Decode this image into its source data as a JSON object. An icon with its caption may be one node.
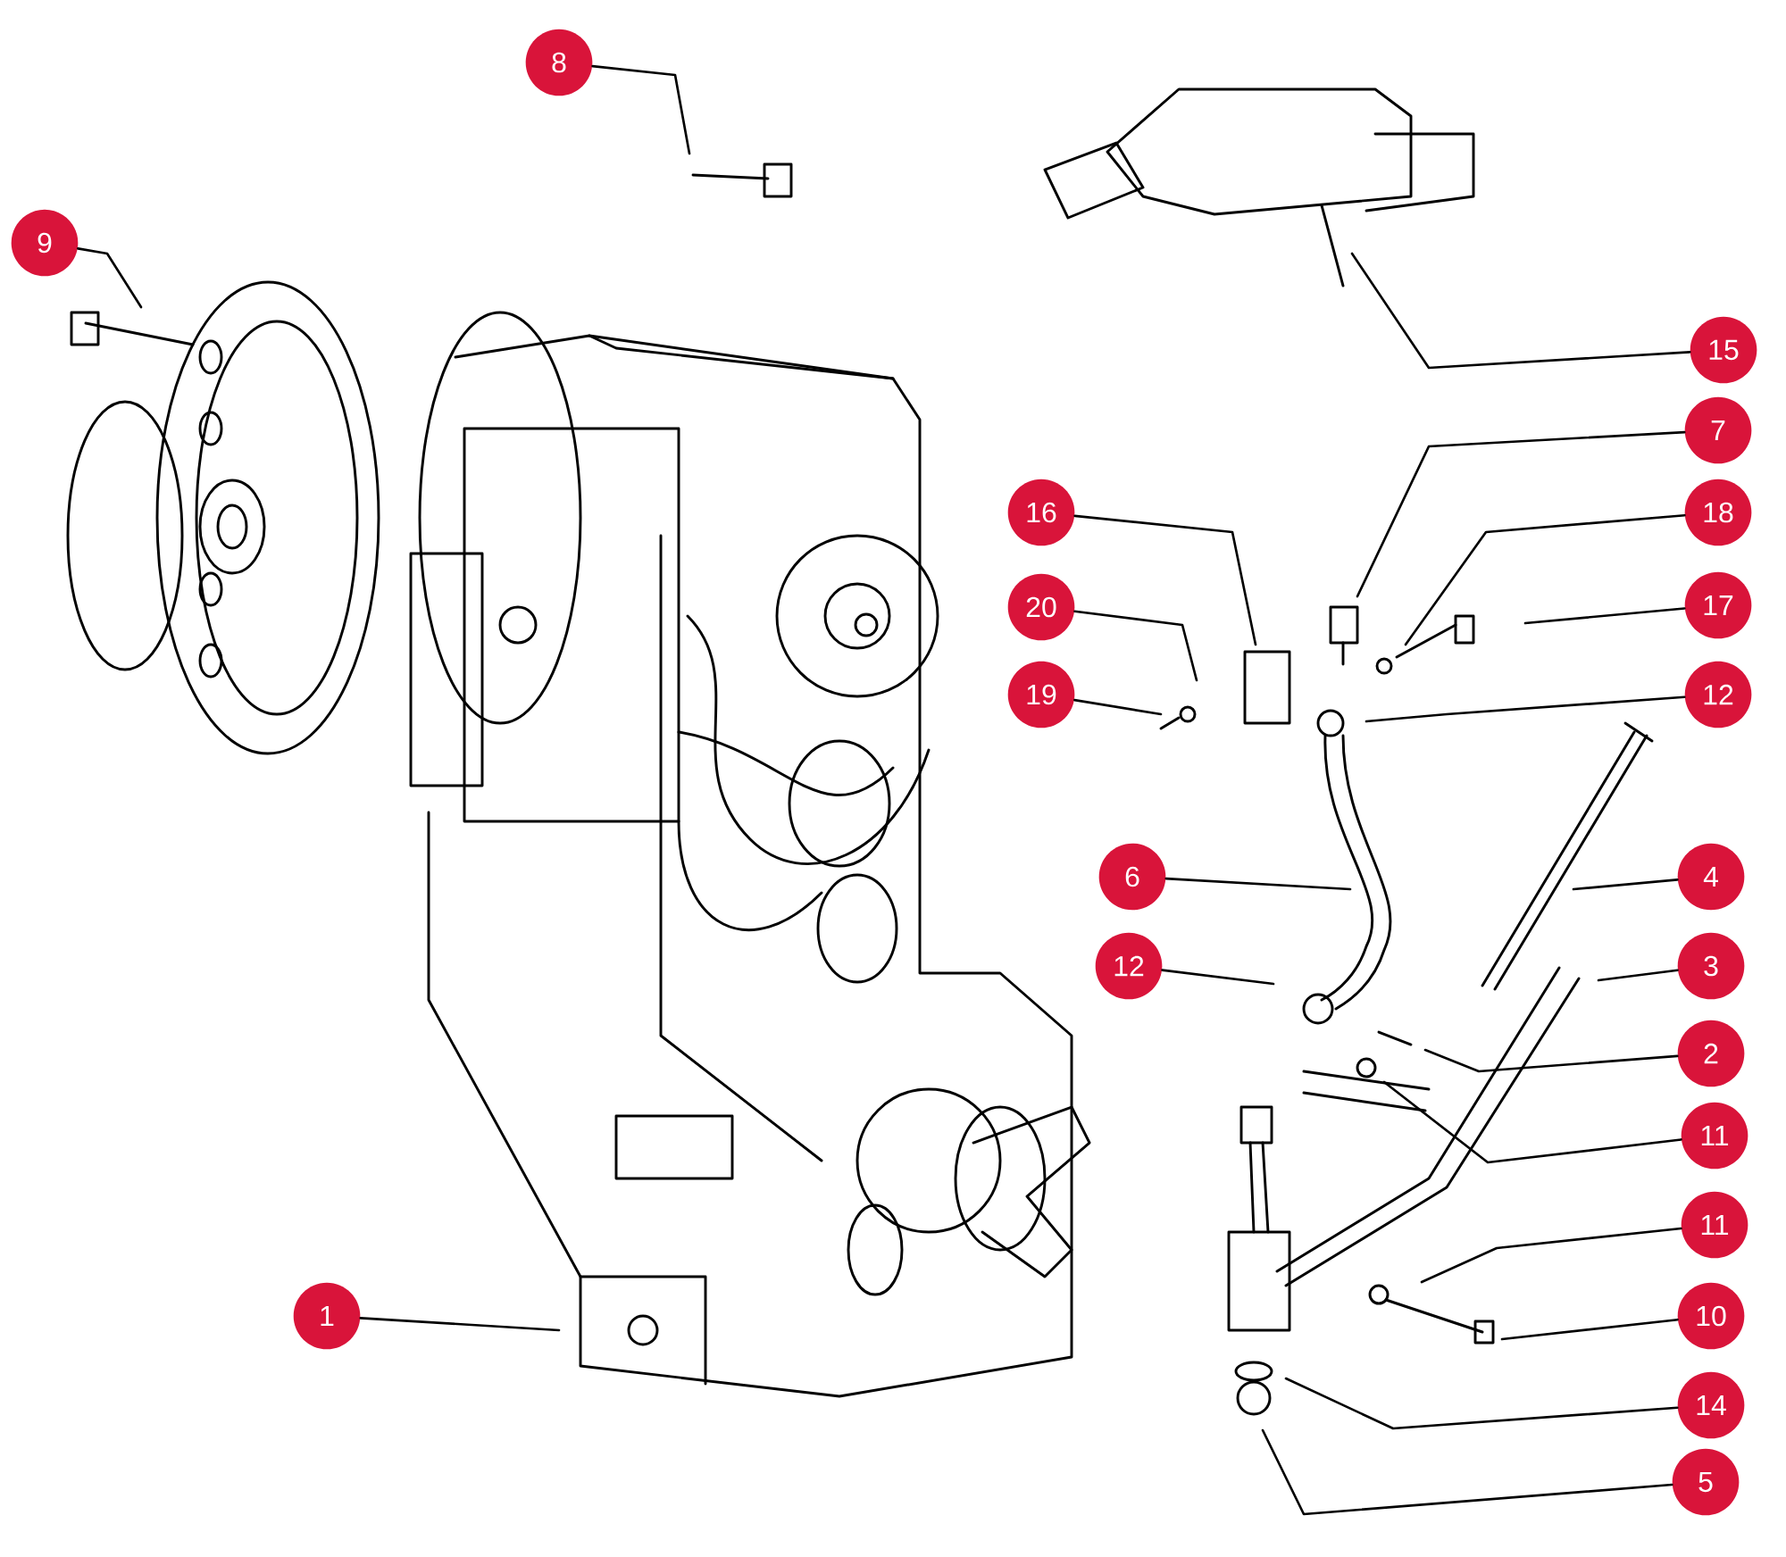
{
  "diagram": {
    "nodes": [
      {
        "text": [
          "8"
        ]
      },
      {
        "text": [
          "9"
        ]
      },
      {
        "text": [
          "15"
        ]
      },
      {
        "text": [
          "7"
        ]
      },
      {
        "text": [
          "16"
        ]
      },
      {
        "text": [
          "18"
        ]
      },
      {
        "text": [
          "20"
        ]
      },
      {
        "text": [
          "17"
        ]
      },
      {
        "text": [
          "19"
        ]
      },
      {
        "text": [
          "12"
        ]
      },
      {
        "text": [
          "6"
        ]
      },
      {
        "text": [
          "4"
        ]
      },
      {
        "text": [
          "12"
        ]
      },
      {
        "text": [
          "3"
        ]
      },
      {
        "text": [
          "2"
        ]
      },
      {
        "text": [
          "11"
        ]
      },
      {
        "text": [
          "11"
        ]
      },
      {
        "text": [
          "1"
        ]
      },
      {
        "text": [
          "10"
        ]
      },
      {
        "text": [
          "14"
        ]
      },
      {
        "text": [
          "5"
        ]
      }
    ],
    "edges": [
      {
        "from": 0,
        "to": null,
        "arrow": "none"
      },
      {
        "from": 1,
        "to": null,
        "arrow": "none"
      },
      {
        "from": 2,
        "to": null,
        "arrow": "none"
      },
      {
        "from": 3,
        "to": null,
        "arrow": "none"
      },
      {
        "from": 4,
        "to": null,
        "arrow": "none"
      },
      {
        "from": 5,
        "to": null,
        "arrow": "none"
      },
      {
        "from": 6,
        "to": null,
        "arrow": "none"
      },
      {
        "from": 7,
        "to": null,
        "arrow": "none"
      },
      {
        "from": 8,
        "to": null,
        "arrow": "none"
      },
      {
        "from": 9,
        "to": null,
        "arrow": "none"
      },
      {
        "from": 10,
        "to": null,
        "arrow": "none"
      },
      {
        "from": 11,
        "to": null,
        "arrow": "none"
      },
      {
        "from": 12,
        "to": null,
        "arrow": "none"
      },
      {
        "from": 13,
        "to": null,
        "arrow": "none"
      },
      {
        "from": 14,
        "to": null,
        "arrow": "none"
      },
      {
        "from": 15,
        "to": null,
        "arrow": "none"
      },
      {
        "from": 16,
        "to": null,
        "arrow": "none"
      },
      {
        "from": 17,
        "to": null,
        "arrow": "none"
      },
      {
        "from": 18,
        "to": null,
        "arrow": "none"
      },
      {
        "from": 19,
        "to": null,
        "arrow": "none"
      },
      {
        "from": 20,
        "to": null,
        "arrow": "none"
      }
    ]
  }
}
